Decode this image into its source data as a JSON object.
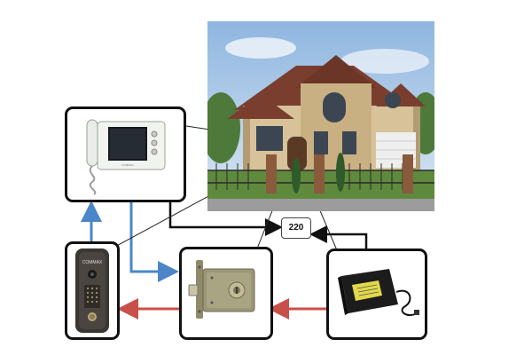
{
  "power_label": "220",
  "monitor_brand": "COMMAX",
  "doorbell_brand": "COMMAX",
  "colors": {
    "signal_wire": "#4a86c8",
    "power_wire": "#c8504a",
    "mains_wire": "#111111"
  },
  "components": [
    {
      "id": "indoor-monitor",
      "icon": "video-intercom-monitor-icon"
    },
    {
      "id": "outdoor-call-panel",
      "icon": "door-call-panel-icon"
    },
    {
      "id": "electromechanical-lock",
      "icon": "door-lock-icon"
    },
    {
      "id": "power-adapter",
      "icon": "power-supply-icon"
    },
    {
      "id": "house-photo",
      "icon": "house-icon"
    }
  ]
}
